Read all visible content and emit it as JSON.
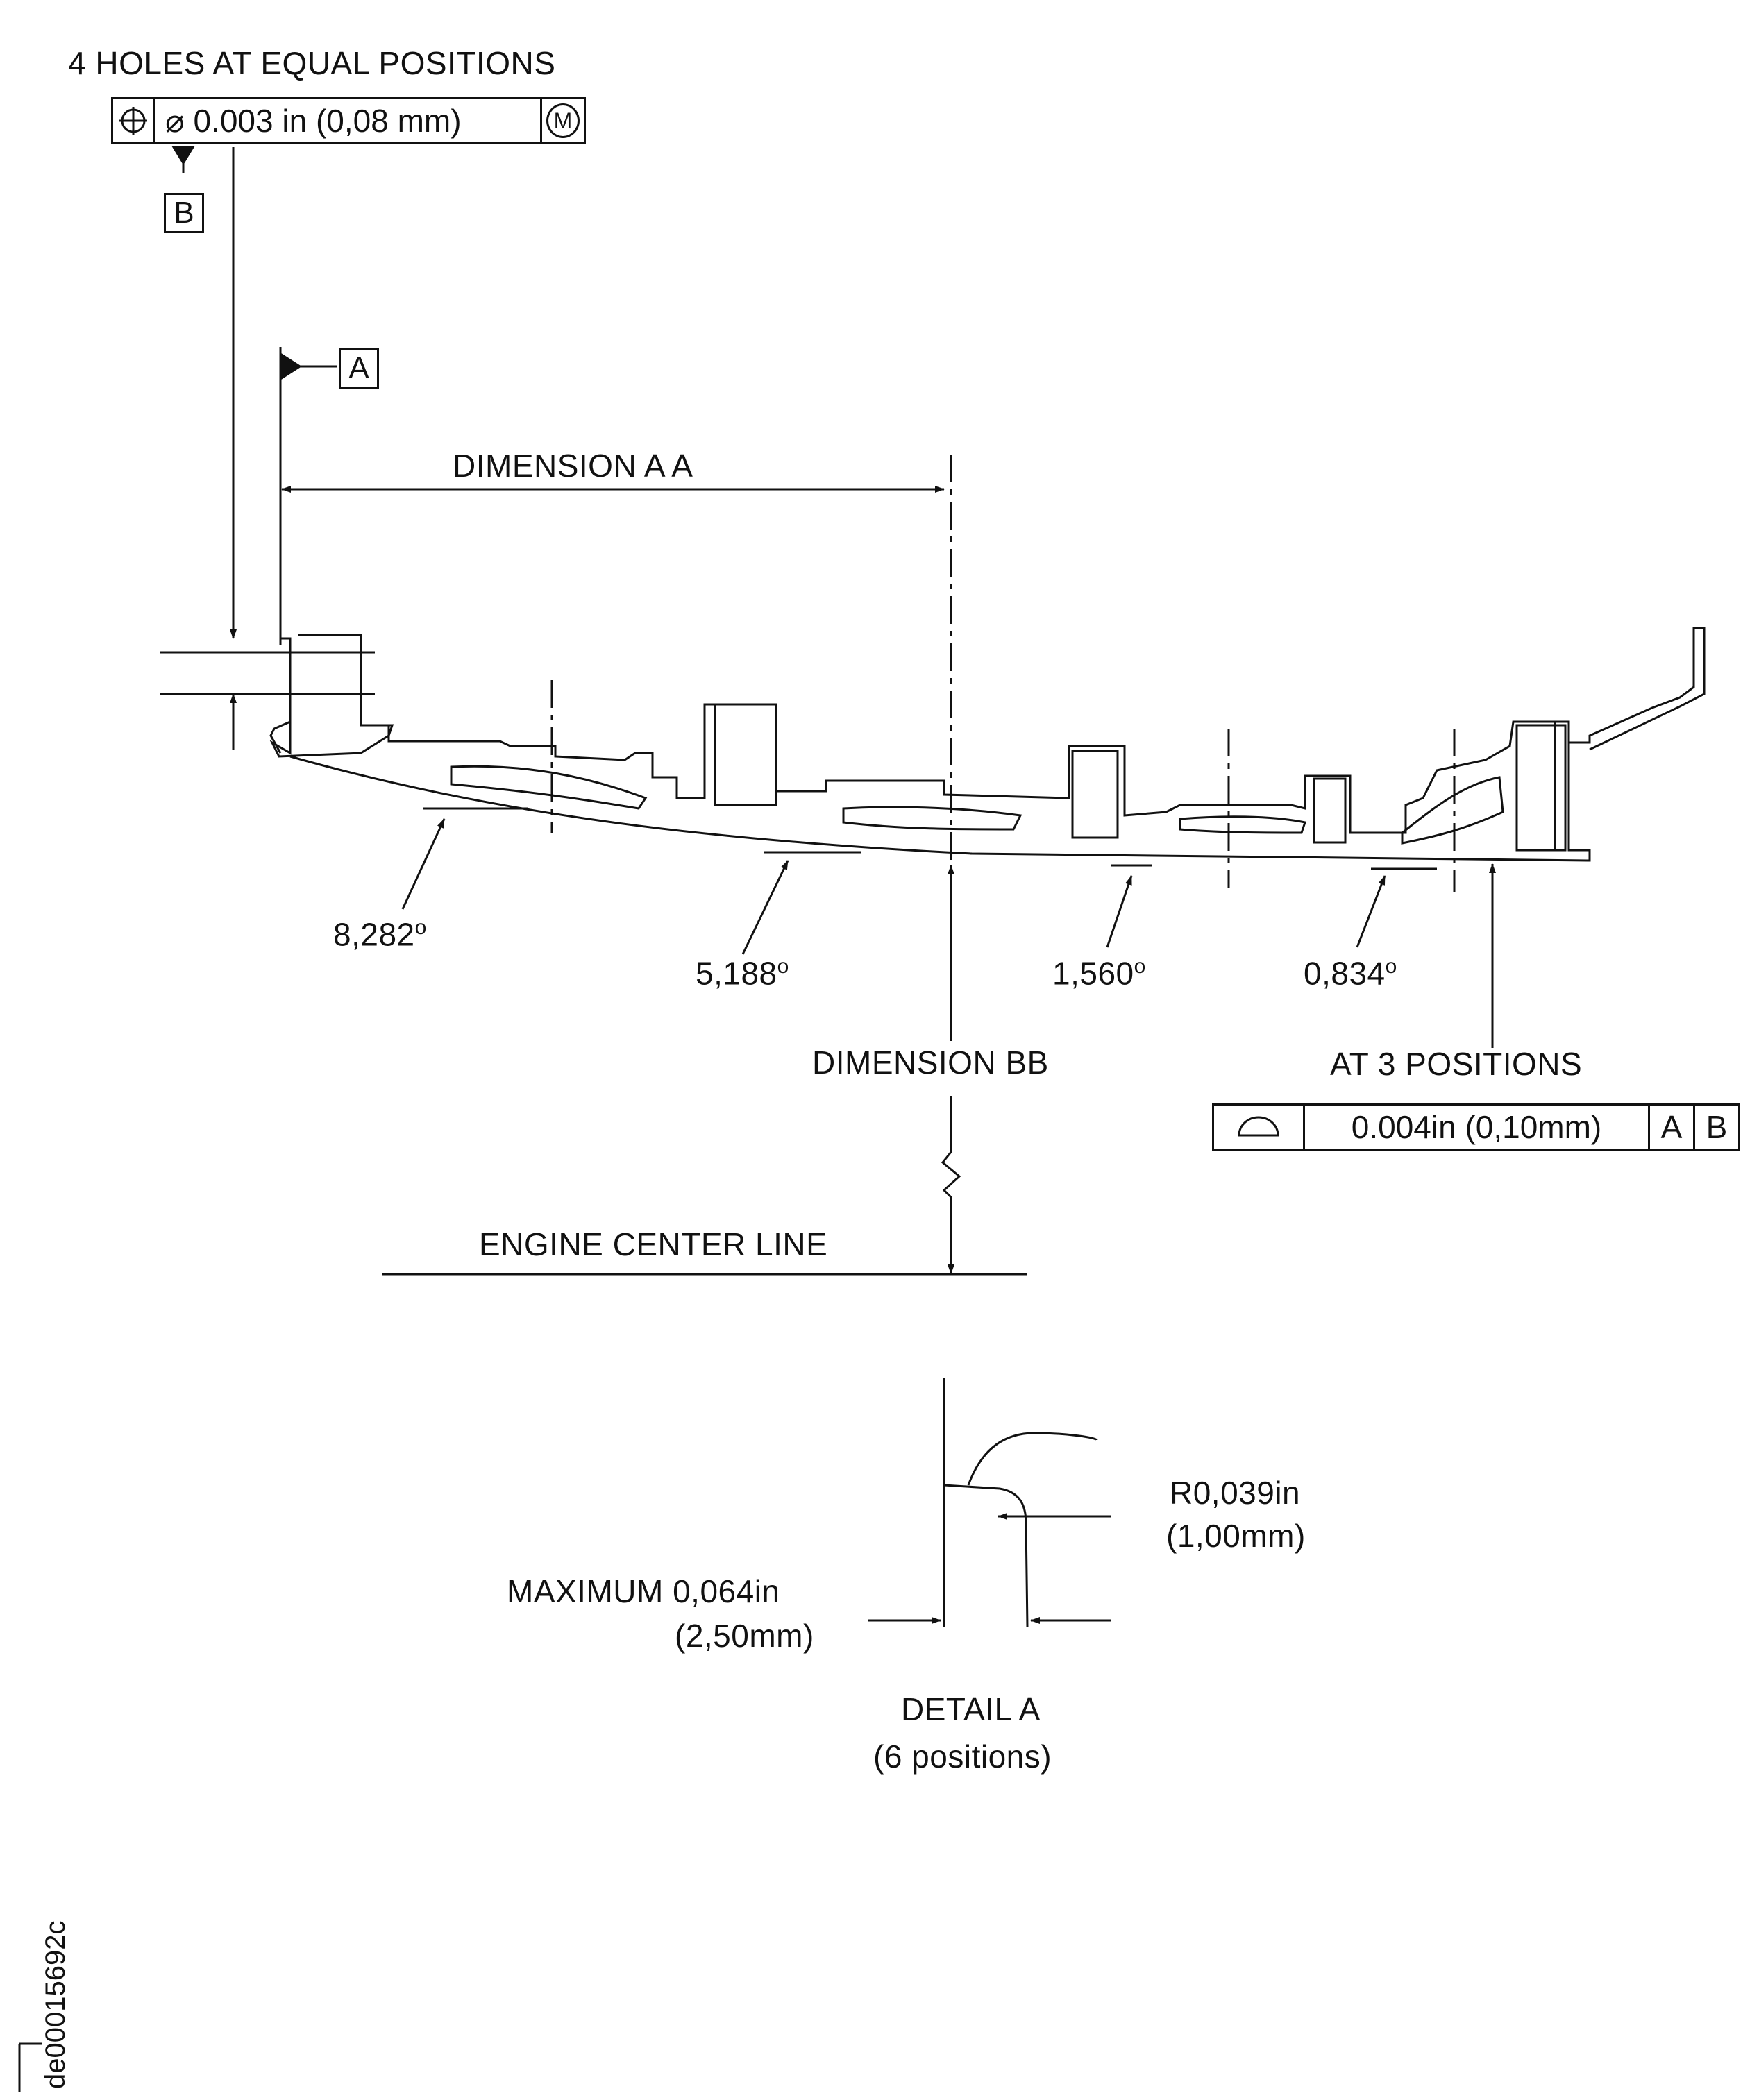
{
  "top_note": "4 HOLES AT EQUAL POSITIONS",
  "position_tolerance": {
    "symbol_icon": "position-symbol-icon",
    "value": "⌀ 0.003 in (0,08 mm)",
    "modifier": "M"
  },
  "datum_b": "B",
  "datum_a": "A",
  "dimension_aa": "DIMENSION A A",
  "angles": [
    "8,282",
    "5,188",
    "1,560",
    "0,834"
  ],
  "degree_mark": "o",
  "dimension_bb": "DIMENSION BB",
  "positions_note": "AT 3 POSITIONS",
  "profile_tolerance": {
    "symbol_icon": "profile-of-surface-icon",
    "value": "0.004in (0,10mm)",
    "datums": [
      "A",
      "B"
    ]
  },
  "engine_center_line": "ENGINE CENTER LINE",
  "radius_label": "R0,039in",
  "radius_mm": "(1,00mm)",
  "maximum_label": "MAXIMUM 0,064in",
  "maximum_mm": "(2,50mm)",
  "detail_title": "DETAIL  A",
  "detail_sub": "(6  positions)",
  "figure_id": "de00015692c"
}
